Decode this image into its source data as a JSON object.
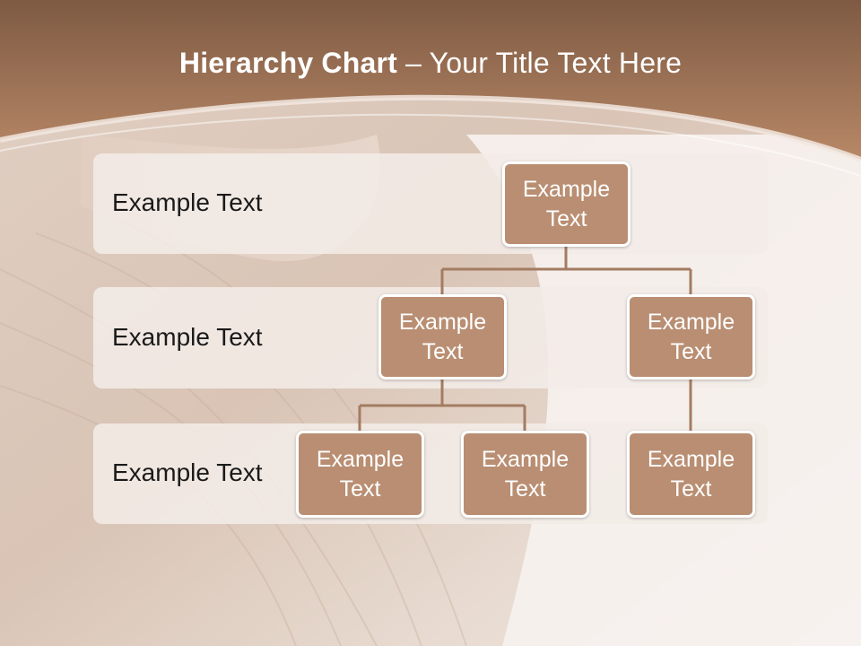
{
  "title": {
    "bold": "Hierarchy Chart",
    "separator": "–",
    "rest": "Your Title Text Here"
  },
  "levels": [
    {
      "label": "Example Text"
    },
    {
      "label": "Example Text"
    },
    {
      "label": "Example Text"
    }
  ],
  "nodes": {
    "root": "Example\nText",
    "l2_left": "Example\nText",
    "l2_right": "Example\nText",
    "l3_a": "Example\nText",
    "l3_b": "Example\nText",
    "l3_c": "Example\nText"
  },
  "colors": {
    "header": "#9a6a4c",
    "node_fill": "#b98e72",
    "connector": "#a47c62",
    "band": "#f3ece7"
  }
}
